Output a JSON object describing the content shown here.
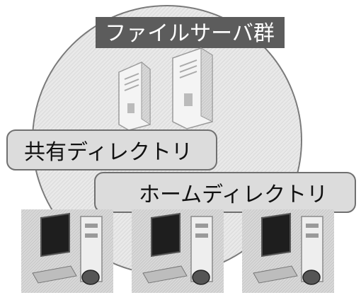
{
  "diagram": {
    "title": "ファイルサーバ群",
    "shared_label": "共有ディレクトリ",
    "home_label": "ホームディレクトリ"
  },
  "colors": {
    "title_bg": "#5c5c5c",
    "title_text": "#ffffff",
    "circle_fill": "#e6e6e6",
    "circle_stroke": "#808080",
    "label_fill": "#dcdcdc",
    "label_stroke": "#707070",
    "label_text": "#111111"
  },
  "icons": [
    "server-icon",
    "server-icon",
    "workstation-icon",
    "workstation-icon",
    "workstation-icon"
  ]
}
